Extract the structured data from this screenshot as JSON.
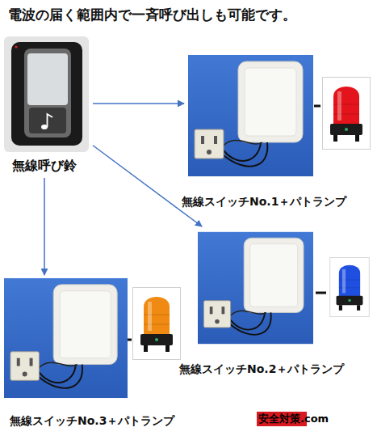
{
  "diagram": {
    "title": "電波の届く範囲内で一斉呼び出しも可能です。",
    "nodes": [
      {
        "text": [
          "無線呼び鈴"
        ]
      },
      {
        "text": [
          "無線スイッチNo.1＋パトランプ"
        ]
      },
      {
        "text": [
          "無線スイッチNo.2＋パトランプ"
        ]
      },
      {
        "text": [
          "無線スイッチNo.3＋パトランプ"
        ]
      }
    ],
    "edges": [
      {
        "from": 0,
        "to": 1,
        "arrow": "to"
      },
      {
        "from": 0,
        "to": 2,
        "arrow": "to"
      },
      {
        "from": 0,
        "to": 3,
        "arrow": "to"
      }
    ],
    "labels": [
      "安全対策.com"
    ]
  }
}
